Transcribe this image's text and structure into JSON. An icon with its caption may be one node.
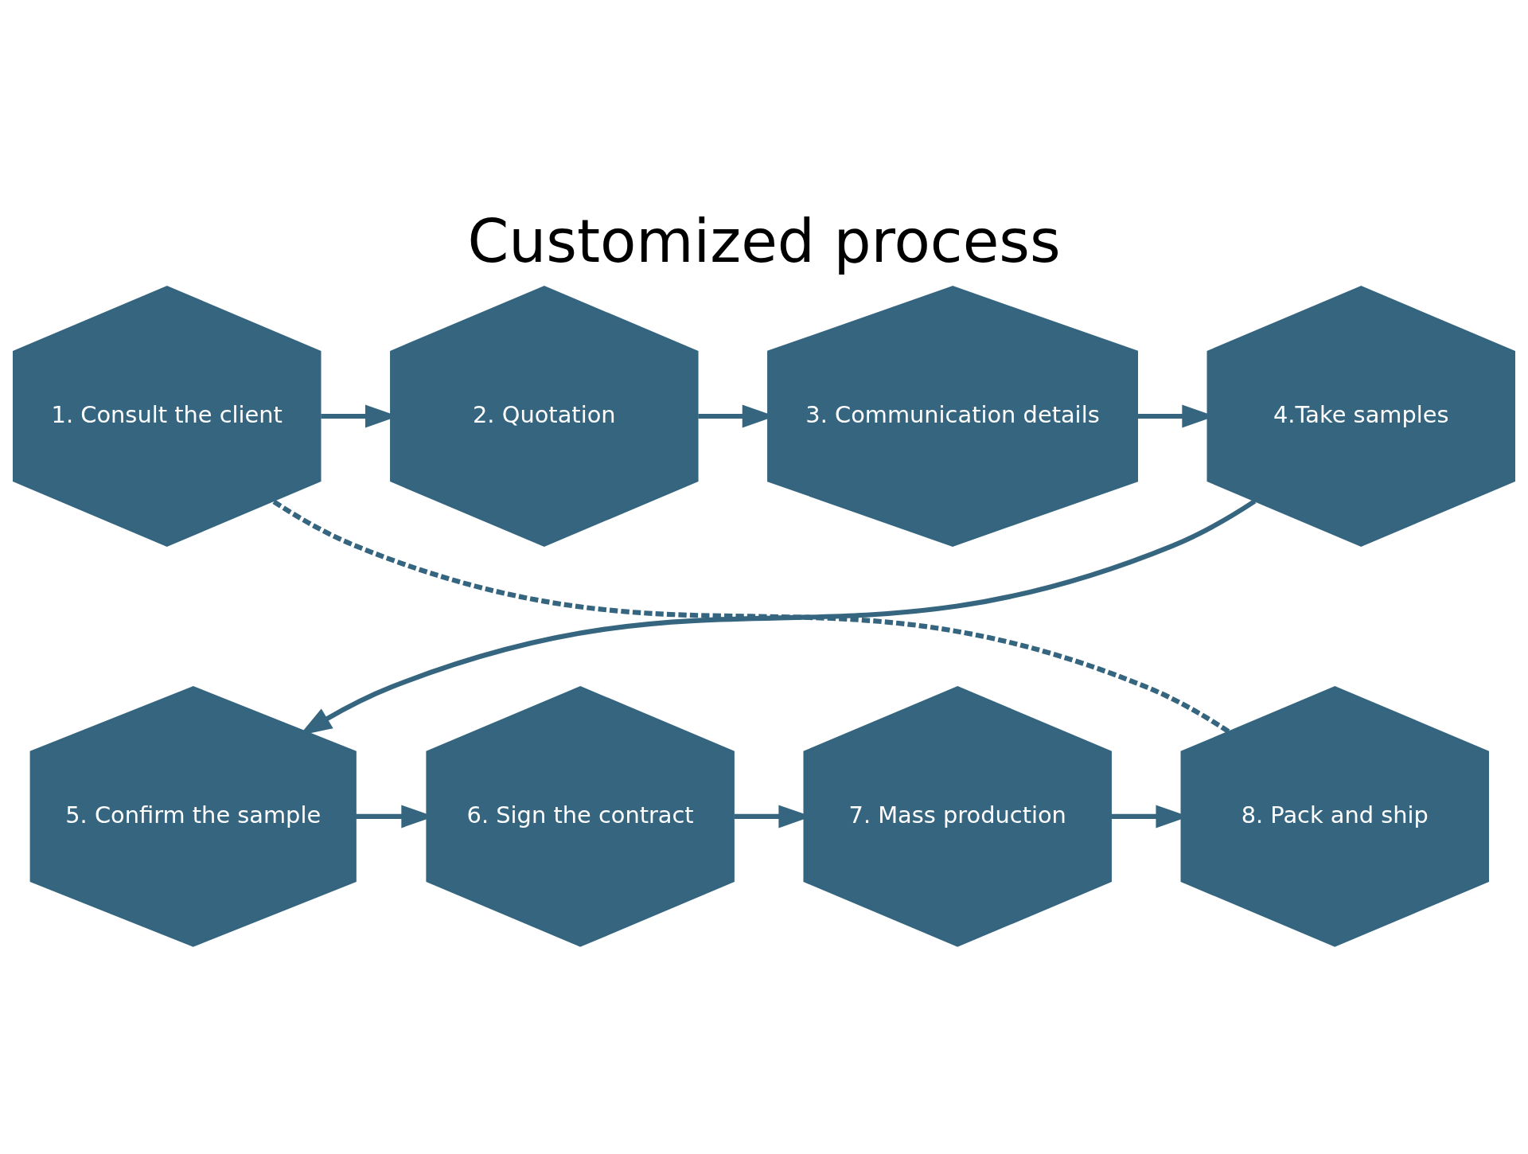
{
  "diagram": {
    "title": "Customized process",
    "nodes": [
      {
        "text": [
          "1. Consult the client"
        ]
      },
      {
        "text": [
          "2. Quotation"
        ]
      },
      {
        "text": [
          "3. Communication details"
        ]
      },
      {
        "text": [
          "4.Take samples"
        ]
      },
      {
        "text": [
          "5. Confirm the sample"
        ]
      },
      {
        "text": [
          "6. Sign the contract"
        ]
      },
      {
        "text": [
          "7. Mass production"
        ]
      },
      {
        "text": [
          "8. Pack and ship"
        ]
      }
    ],
    "edges": [
      {
        "from": 0,
        "to": 1,
        "arrow": "to"
      },
      {
        "from": 1,
        "to": 2,
        "arrow": "to"
      },
      {
        "from": 2,
        "to": 3,
        "arrow": "to"
      },
      {
        "from": 3,
        "to": 4,
        "arrow": "to"
      },
      {
        "from": 4,
        "to": 5,
        "arrow": "to"
      },
      {
        "from": 5,
        "to": 6,
        "arrow": "to"
      },
      {
        "from": 6,
        "to": 7,
        "arrow": "to"
      },
      {
        "from": 7,
        "to": 0,
        "arrow": "none",
        "style": "dashed"
      }
    ]
  }
}
